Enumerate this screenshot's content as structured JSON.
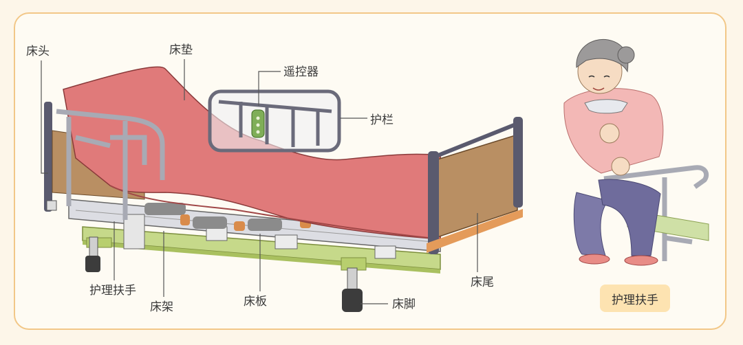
{
  "labels": {
    "headboard": "床头",
    "mattress": "床垫",
    "remote": "遥控器",
    "side_rail": "护栏",
    "assist_handle": "护理扶手",
    "frame": "床架",
    "bed_board": "床板",
    "footboard": "床尾",
    "bed_leg": "床脚"
  },
  "caption": "护理扶手"
}
